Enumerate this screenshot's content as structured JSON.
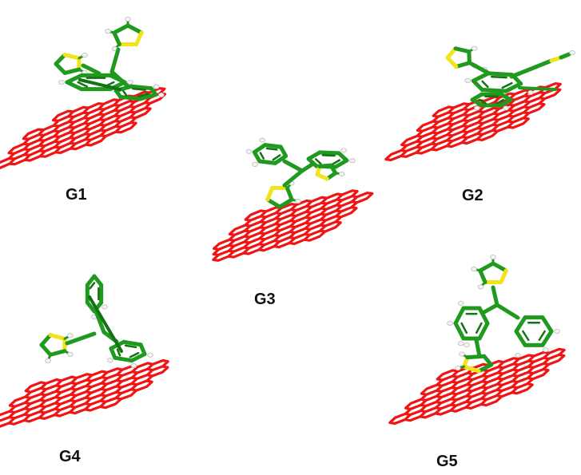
{
  "figure": {
    "panels": [
      {
        "id": "G1",
        "label": "G1"
      },
      {
        "id": "G2",
        "label": "G2"
      },
      {
        "id": "G3",
        "label": "G3"
      },
      {
        "id": "G4",
        "label": "G4"
      },
      {
        "id": "G5",
        "label": "G5"
      }
    ]
  },
  "colors": {
    "graphene": "#f01414",
    "carbon_bond": "#1f9a1f",
    "carbon_dark": "#137313",
    "sulfur": "#f2e41c",
    "hydrogen": "#f4f4f4",
    "hydrogen_edge": "#b8b8b8",
    "background": "#ffffff"
  }
}
